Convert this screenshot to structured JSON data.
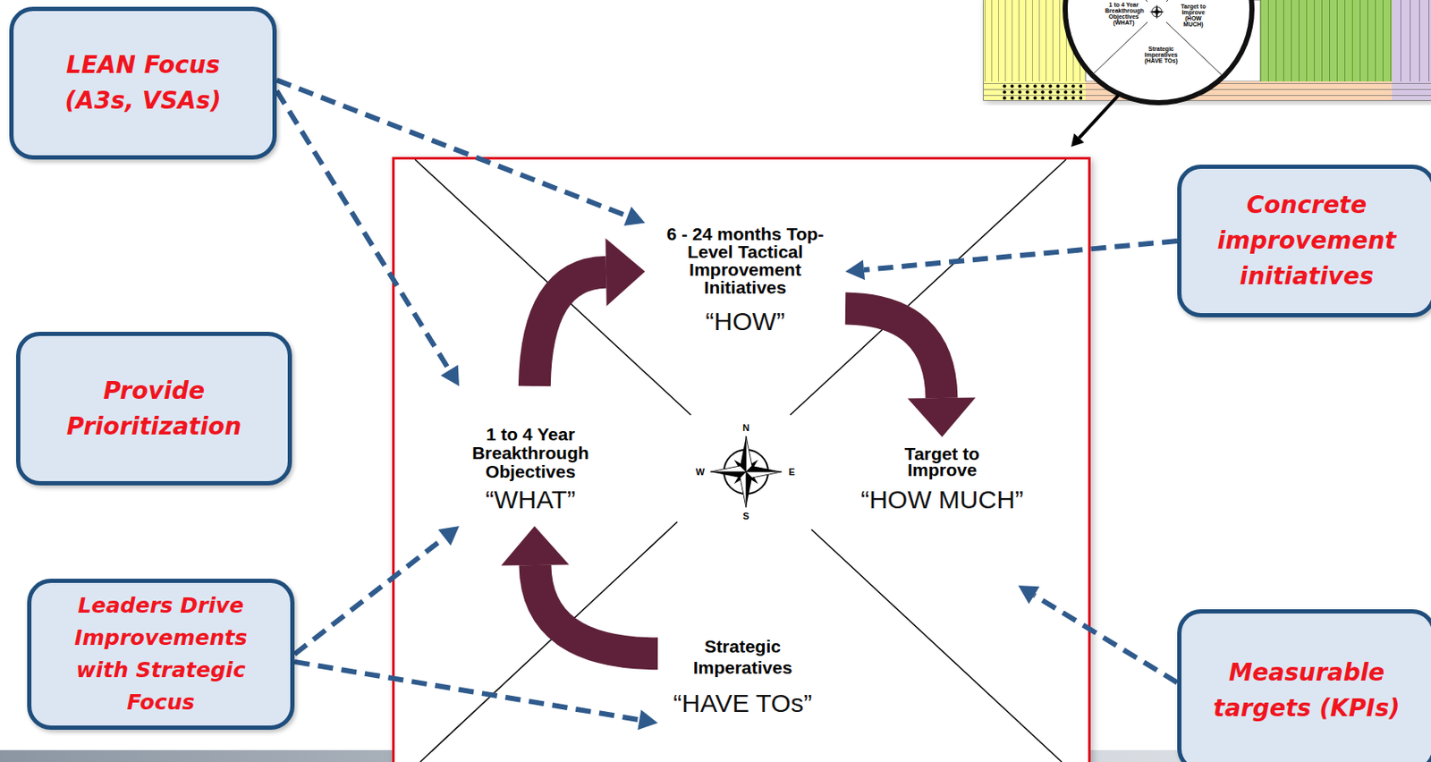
{
  "diagram": {
    "nodes": [
      {
        "text": [
          "LEAN Focus (A3s, VSAs)"
        ]
      },
      {
        "text": [
          "Concrete improvement initiatives"
        ]
      },
      {
        "text": [
          "6 - 24 months Top-Level Tactical Improvement Initiatives",
          "“HOW”"
        ]
      },
      {
        "text": [
          "Provide Prioritization"
        ]
      },
      {
        "text": [
          "1 to 4 Year Breakthrough Objectives",
          "“WHAT”"
        ]
      },
      {
        "text": [
          "Target to Improve",
          "“HOW MUCH”"
        ]
      },
      {
        "text": [
          "Leaders Drive Improvements with Strategic Focus"
        ]
      },
      {
        "text": [
          "Strategic Imperatives",
          "“HAVE TOs”"
        ]
      },
      {
        "text": [
          "Measurable targets (KPIs)"
        ]
      }
    ],
    "edges": [
      {
        "from": 0,
        "to": 2,
        "arrow": "to"
      },
      {
        "from": 0,
        "to": 4,
        "arrow": "to"
      },
      {
        "from": 1,
        "to": 2,
        "arrow": "to"
      },
      {
        "from": 6,
        "to": 4,
        "arrow": "to"
      },
      {
        "from": 6,
        "to": 7,
        "arrow": "to"
      },
      {
        "from": 8,
        "to": 5,
        "arrow": "to"
      },
      {
        "from": 4,
        "to": 2,
        "arrow": "to"
      },
      {
        "from": 2,
        "to": 5,
        "arrow": "to"
      },
      {
        "from": 7,
        "to": 4,
        "arrow": "to"
      }
    ],
    "labels": [
      "N",
      "W",
      "E",
      "S",
      "1 to 4 Year Breakthrough Objectives (WHAT)",
      "Target to Improve (HOW MUCH)",
      "Strategic Imperatives (HAVE TOs)"
    ]
  }
}
